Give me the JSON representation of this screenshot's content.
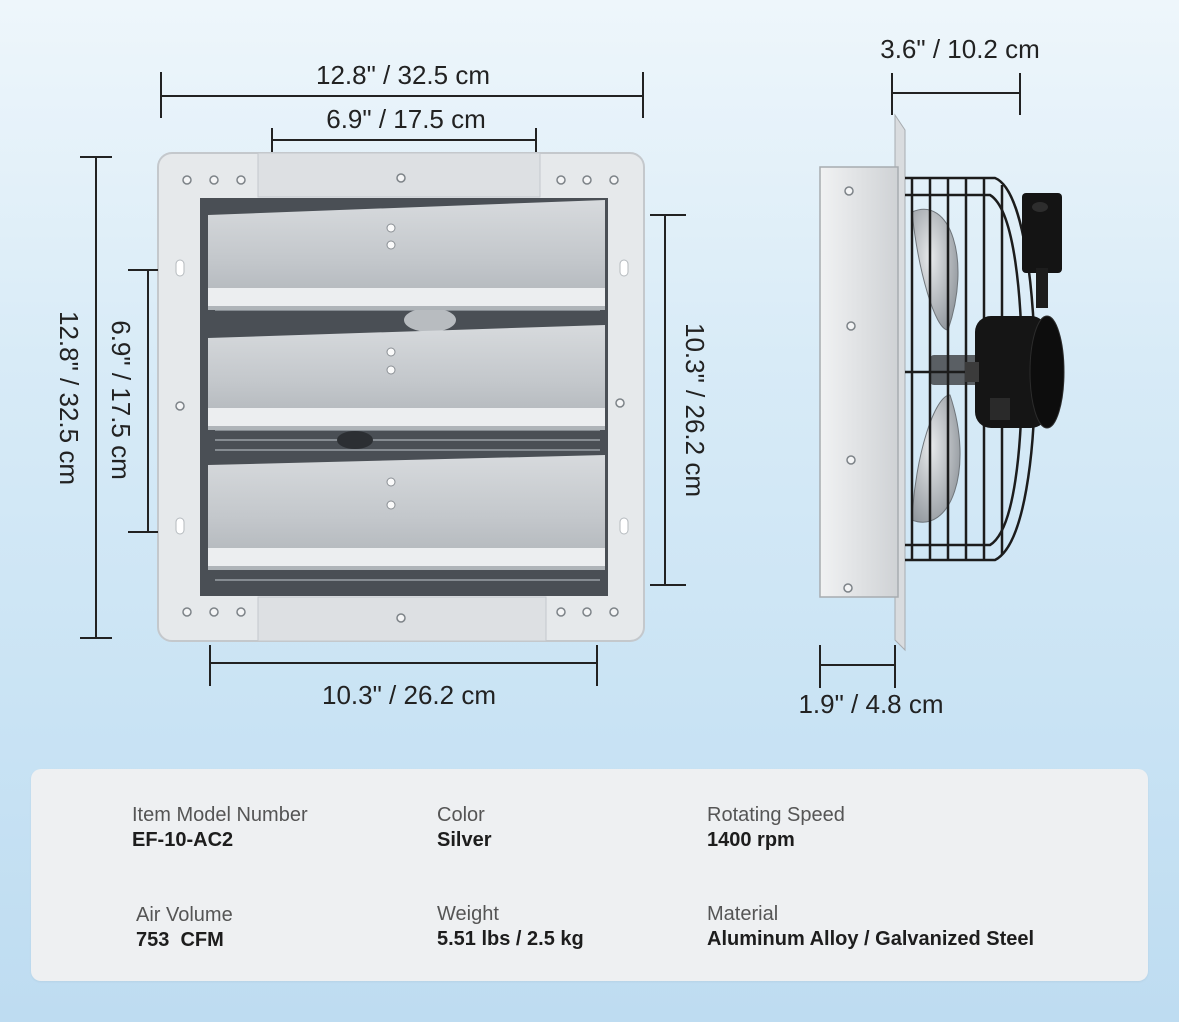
{
  "dimensions": {
    "front_top_outer": "12.8\" / 32.5 cm",
    "front_top_inner": "6.9\" / 17.5 cm",
    "front_left_outer": "12.8\" / 32.5 cm",
    "front_left_inner": "6.9\" / 17.5 cm",
    "front_right": "10.3\" / 26.2 cm",
    "front_bottom": "10.3\" / 26.2 cm",
    "side_top": "3.6\" / 10.2 cm",
    "side_bottom": "1.9\" / 4.8 cm"
  },
  "specs": [
    {
      "label": "Item Model Number",
      "value": "EF-10-AC2"
    },
    {
      "label": "Color",
      "value": "Silver"
    },
    {
      "label": "Rotating Speed",
      "value": "1400 rpm"
    },
    {
      "label": "Air Volume",
      "value": "753  CFM"
    },
    {
      "label": "Weight",
      "value": "5.51 lbs / 2.5 kg"
    },
    {
      "label": "Material",
      "value": "Aluminum Alloy / Galvanized Steel"
    }
  ],
  "colors": {
    "background_top": "#eef6fb",
    "background_bottom": "#bedcf1",
    "frame": "#e4e7ea",
    "shutter": "#c9cdd1",
    "motor": "#141414",
    "panel": "#eef0f2"
  }
}
